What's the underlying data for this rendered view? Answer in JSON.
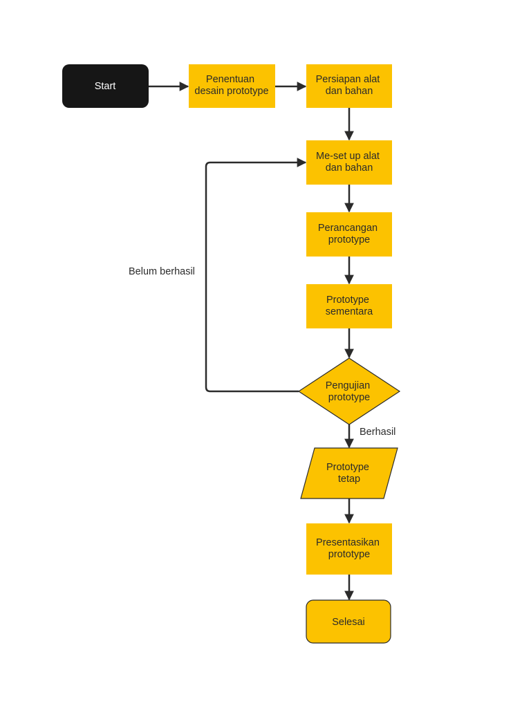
{
  "colors": {
    "process_fill": "#fcc200",
    "terminal_fill": "#161616",
    "terminal_text": "#ffffff",
    "text": "#2b2b2b",
    "line": "#2b2b2b"
  },
  "nodes": {
    "start": {
      "shape": "rounded-rectangle",
      "lines": [
        "Start"
      ]
    },
    "penentuan": {
      "shape": "rectangle",
      "lines": [
        "Penentuan",
        "desain prototype"
      ]
    },
    "persiapan": {
      "shape": "rectangle",
      "lines": [
        "Persiapan alat",
        "dan bahan"
      ]
    },
    "setup": {
      "shape": "rectangle",
      "lines": [
        "Me-set up alat",
        "dan bahan"
      ]
    },
    "perancangan": {
      "shape": "rectangle",
      "lines": [
        "Perancangan",
        "prototype"
      ]
    },
    "sementara": {
      "shape": "rectangle",
      "lines": [
        "Prototype",
        "sementara"
      ]
    },
    "pengujian": {
      "shape": "diamond",
      "lines": [
        "Pengujian",
        "prototype"
      ]
    },
    "tetap": {
      "shape": "parallelogram",
      "lines": [
        "Prototype",
        "tetap"
      ]
    },
    "presentasikan": {
      "shape": "rectangle",
      "lines": [
        "Presentasikan",
        "prototype"
      ]
    },
    "selesai": {
      "shape": "rounded-rectangle",
      "lines": [
        "Selesai"
      ]
    }
  },
  "edges": {
    "belum_berhasil": {
      "from": "pengujian",
      "to": "setup",
      "label": "Belum berhasil"
    },
    "berhasil": {
      "from": "pengujian",
      "to": "tetap",
      "label": "Berhasil"
    }
  }
}
